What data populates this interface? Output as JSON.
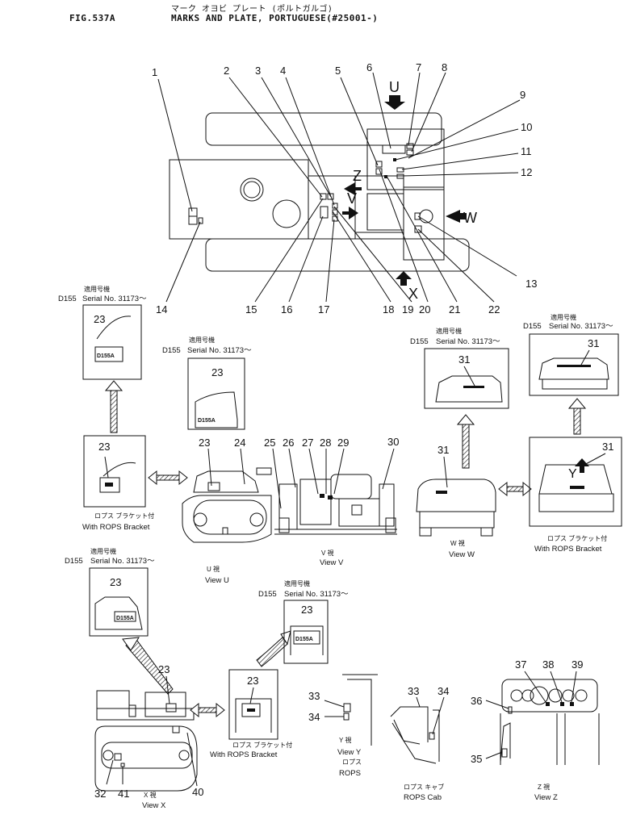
{
  "header": {
    "fig": "FIG.537A",
    "title_jp": "マーク オヨビ プレート (ポルトガルゴ)",
    "title_en": "MARKS AND PLATE, PORTUGUESE(#25001-)"
  },
  "view_arrows": {
    "u": "U",
    "v": "V",
    "w": "W",
    "x": "X",
    "y": "Y",
    "z": "Z"
  },
  "top_callouts": [
    "1",
    "2",
    "3",
    "4",
    "5",
    "6",
    "7",
    "8",
    "9",
    "10",
    "11",
    "12",
    "13",
    "14",
    "15",
    "16",
    "17",
    "18",
    "19",
    "20",
    "21",
    "22"
  ],
  "serial": {
    "jp": "適用号機",
    "model": "D155",
    "text": "Serial  No. 31173～"
  },
  "rops_bracket": {
    "jp": "ロプス ブラケット付",
    "en": "With ROPS Bracket"
  },
  "views": {
    "u": {
      "jp": "U 視",
      "en": "View U"
    },
    "v": {
      "jp": "V 視",
      "en": "View V"
    },
    "w": {
      "jp": "W 視",
      "en": "View W"
    },
    "x": {
      "jp": "X 視",
      "en": "View X"
    },
    "y": {
      "jp": "Y 視",
      "en": "View Y",
      "jp2": "ロプス",
      "en2": "ROPS"
    },
    "rops_cab": {
      "jp": "ロプス キャブ",
      "en": "ROPS Cab"
    },
    "z": {
      "jp": "Z 視",
      "en": "View Z"
    }
  },
  "decal_text": {
    "d155a": "D155A"
  },
  "detail_callouts": {
    "c23": "23",
    "c24": "24",
    "c25": "25",
    "c26": "26",
    "c27": "27",
    "c28": "28",
    "c29": "29",
    "c30": "30",
    "c31": "31",
    "c32": "32",
    "c33": "33",
    "c34": "34",
    "c35": "35",
    "c36": "36",
    "c37": "37",
    "c38": "38",
    "c39": "39",
    "c40": "40",
    "c41": "41"
  }
}
